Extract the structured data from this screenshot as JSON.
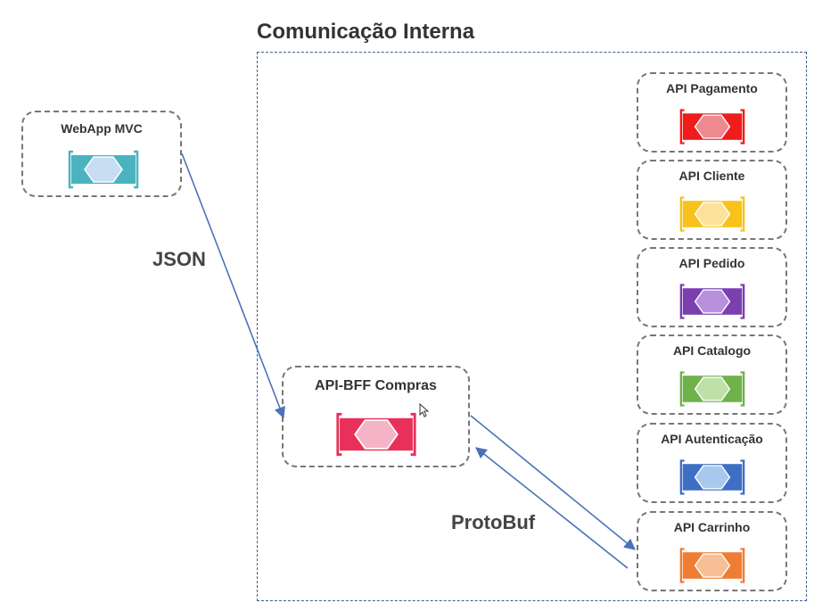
{
  "group": {
    "title": "Comunicação Interna"
  },
  "webapp": {
    "label": "WebApp MVC",
    "color": "#4bb3bf",
    "hex": "#c6ddf2",
    "icon": "service-hexagon-icon"
  },
  "bff": {
    "label": "API-BFF Compras",
    "color": "#e8305a",
    "hex": "#f5b3c8",
    "icon": "service-hexagon-icon"
  },
  "apis": [
    {
      "label": "API Pagamento",
      "color": "#f01c1c",
      "hex": "#ec8a90",
      "icon": "service-hexagon-icon"
    },
    {
      "label": "API Cliente",
      "color": "#f8c21a",
      "hex": "#fde19a",
      "icon": "service-hexagon-icon"
    },
    {
      "label": "API Pedido",
      "color": "#7b3fb0",
      "hex": "#b890dd",
      "icon": "service-hexagon-icon"
    },
    {
      "label": "API Catalogo",
      "color": "#6fb24a",
      "hex": "#bfe0a8",
      "icon": "service-hexagon-icon"
    },
    {
      "label": "API Autenticação",
      "color": "#3f6fc4",
      "hex": "#a9c8ee",
      "icon": "service-hexagon-icon"
    },
    {
      "label": "API Carrinho",
      "color": "#ef7d33",
      "hex": "#f7bf95",
      "icon": "service-hexagon-icon"
    }
  ],
  "edges": {
    "json_label": "JSON",
    "protobuf_label": "ProtoBuf",
    "line_color": "#4a72b8"
  }
}
